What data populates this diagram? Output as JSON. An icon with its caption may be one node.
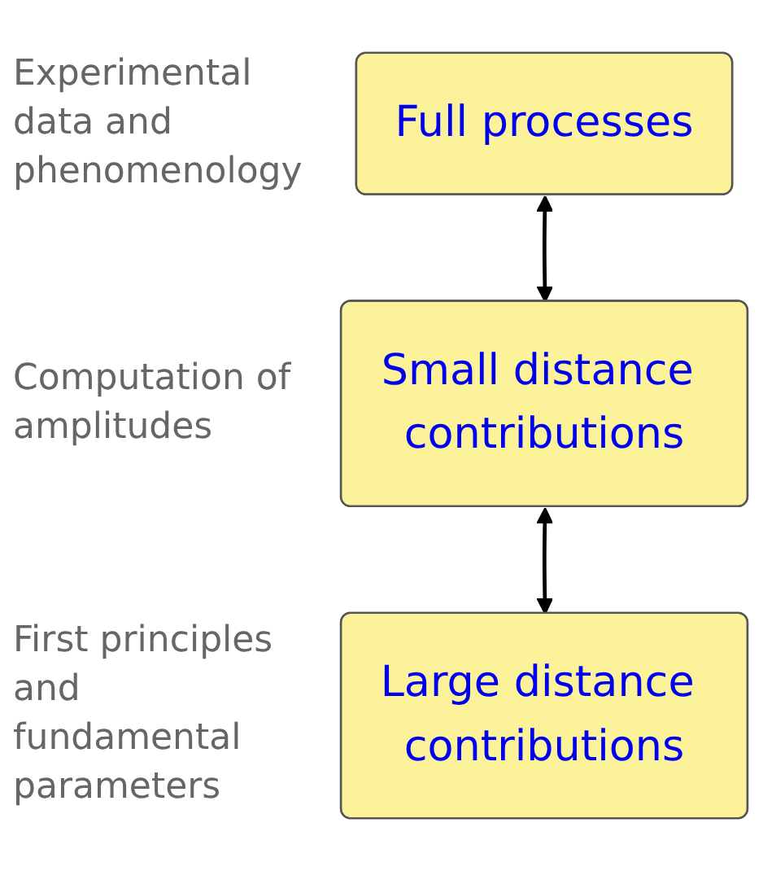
{
  "diagram": {
    "nodes": [
      {
        "text": [
          "Full processes"
        ],
        "beside": [
          "Experimental data and phenomenology"
        ]
      },
      {
        "text": [
          "Small distance contributions"
        ],
        "beside": [
          "Computation of amplitudes"
        ]
      },
      {
        "text": [
          "Large distance contributions"
        ],
        "beside": [
          "First principles and fundamental parameters"
        ]
      }
    ],
    "edges": [
      {
        "from": 0,
        "to": 1,
        "arrow": "both"
      },
      {
        "from": 1,
        "to": 2,
        "arrow": "both"
      }
    ]
  }
}
